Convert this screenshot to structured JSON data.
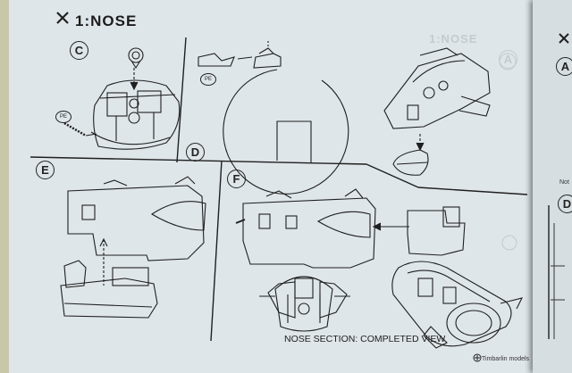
{
  "page": {
    "title": "1:NOSE",
    "ghost_title": "1:NOSE",
    "caption": "NOSE SECTION: COMPLETED VIEW",
    "brand": "Timbarlin models",
    "note_fragment": "Not"
  },
  "steps": {
    "c": "C",
    "d": "D",
    "e": "E",
    "f": "F",
    "a_ghost": "A",
    "a_next": "A",
    "d_next": "D"
  },
  "part_labels": {
    "pe_c": "PE",
    "pe_d": "PE"
  }
}
